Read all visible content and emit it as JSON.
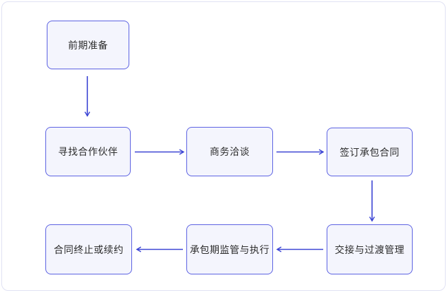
{
  "page": {
    "background": "#ffffff",
    "card_border_color": "#e0e1f3"
  },
  "diagram": {
    "type": "flowchart",
    "node_fill": "#f4f5fd",
    "node_border_color": "#5a60e2",
    "arrow_color": "#3a43d4",
    "text_color": "#2b2b2b",
    "nodes": [
      {
        "id": "prep",
        "label": "前期准备"
      },
      {
        "id": "find-partner",
        "label": "寻找合作伙伴"
      },
      {
        "id": "negotiation",
        "label": "商务洽谈"
      },
      {
        "id": "sign-contract",
        "label": "签订承包合同"
      },
      {
        "id": "handover",
        "label": "交接与过渡管理"
      },
      {
        "id": "supervision",
        "label": "承包期监管与执行"
      },
      {
        "id": "termination",
        "label": "合同终止或续约"
      }
    ],
    "edges": [
      {
        "from": "prep",
        "to": "find-partner",
        "direction": "down"
      },
      {
        "from": "find-partner",
        "to": "negotiation",
        "direction": "right"
      },
      {
        "from": "negotiation",
        "to": "sign-contract",
        "direction": "right"
      },
      {
        "from": "sign-contract",
        "to": "handover",
        "direction": "down"
      },
      {
        "from": "handover",
        "to": "supervision",
        "direction": "left"
      },
      {
        "from": "supervision",
        "to": "termination",
        "direction": "left"
      }
    ]
  }
}
